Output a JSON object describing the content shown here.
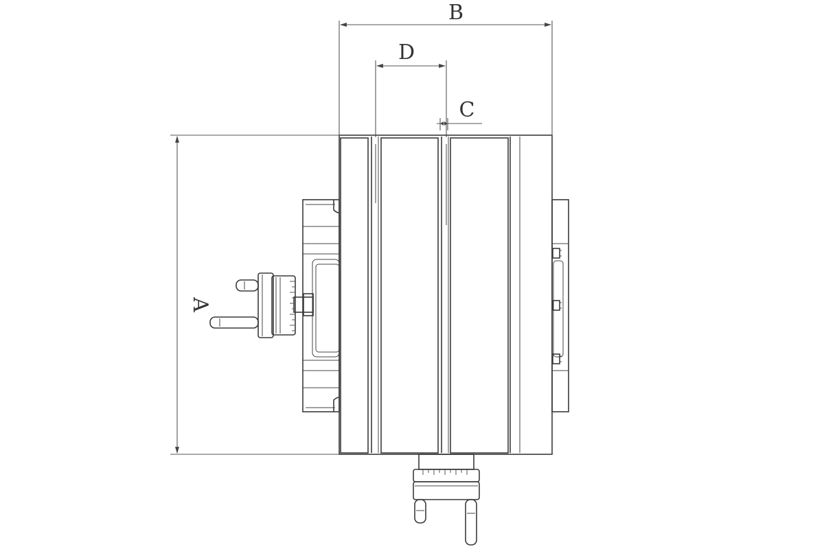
{
  "dimensions": {
    "B": "B",
    "D": "D",
    "C": "C",
    "A": "A"
  },
  "colors": {
    "line": "#3a3a3a",
    "background": "#ffffff"
  }
}
